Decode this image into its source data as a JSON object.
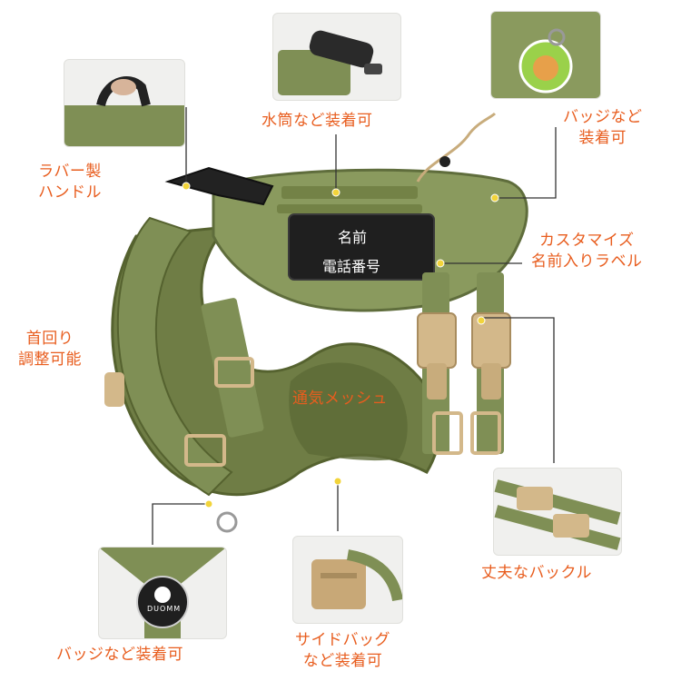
{
  "callouts": {
    "water_bottle": "水筒など装着可",
    "badge_top": [
      "バッジなど",
      "装着可"
    ],
    "rubber_handle": [
      "ラバー製",
      "ハンドル"
    ],
    "name_label": [
      "カスタマイズ",
      "名前入りラベル"
    ],
    "neck_adjust": [
      "首回り",
      "調整可能"
    ],
    "mesh": "通気メッシュ",
    "buckle": "丈夫なバックル",
    "badge_bottom": "バッジなど装着可",
    "side_bag": [
      "サイドバッグ",
      "など装着可"
    ]
  },
  "patch": {
    "name": "名前",
    "phone": "電話番号"
  },
  "badge_logo": "DUOMM",
  "colors": {
    "accent_text": "#e85d1e",
    "harness_green": "#7f8f55",
    "harness_dark": "#5f6d3c",
    "buckle_tan": "#d3b88a",
    "patch_black": "#1f1f1f",
    "dot_yellow": "#f2d43a",
    "leader_line": "#333333"
  }
}
